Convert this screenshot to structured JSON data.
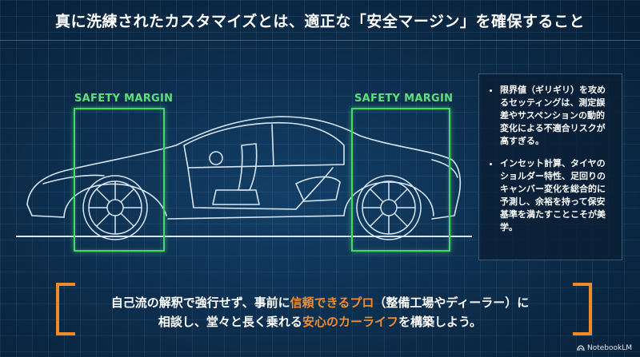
{
  "title": "真に洗練されたカスタマイズとは、適正な「安全マージン」を確保すること",
  "labels": {
    "front_margin": "SAFETY MARGIN",
    "rear_margin": "SAFETY MARGIN"
  },
  "side_panel": {
    "bullets": [
      "限界値（ギリギリ）を攻めるセッティングは、測定誤差やサスペンションの動的変化による不適合リスクが高すぎる。",
      "インセット計算、タイヤのショルダー特性、足回りのキャンバー変化を総合的に予測し、余裕を持って保安基準を満たすことこそが美学。"
    ]
  },
  "bottom": {
    "line1_a": "自己流の解釈で強行せず、事前に",
    "line1_hl": "信頼できるプロ",
    "line1_b": "（整備工場やディーラー）に",
    "line2_a": "相談し、堂々と長く乗れる",
    "line2_hl": "安心のカーライフ",
    "line2_b": "を構築しよう。"
  },
  "brand": {
    "name": "NotebookLM",
    "icon": "notebooklm-icon"
  },
  "colors": {
    "accent_green": "#44d866",
    "accent_orange": "#f28c2c",
    "background": "#0c2c4a"
  }
}
